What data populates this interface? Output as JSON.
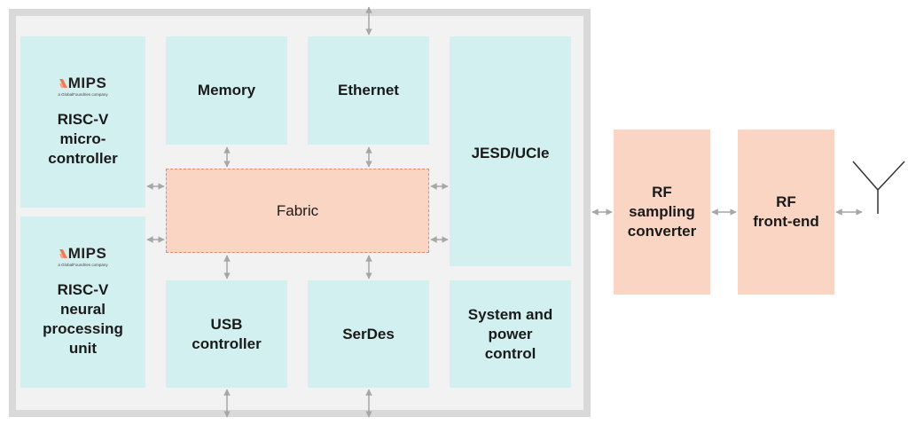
{
  "blocks": {
    "risc_mcu": "RISC-V\nmicro-\ncontroller",
    "risc_npu": "RISC-V\nneural\nprocessing\nunit",
    "memory": "Memory",
    "ethernet": "Ethernet",
    "jesd": "JESD/UCIe",
    "fabric": "Fabric",
    "usb": "USB\ncontroller",
    "serdes": "SerDes",
    "system_power": "System and\npower\ncontrol",
    "rf_converter": "RF\nsampling\nconverter",
    "rf_frontend": "RF\nfront-end"
  },
  "logo": {
    "name": "MIPS",
    "tagline": "a GlobalFoundries company"
  },
  "colors": {
    "chip_border": "#d9d9d9",
    "chip_fill": "#f2f2f2",
    "teal_block": "#d3f0f0",
    "salmon_block": "#fbd5c4",
    "fabric_dash": "#e58a6a",
    "arrow": "#a6a6a6"
  }
}
